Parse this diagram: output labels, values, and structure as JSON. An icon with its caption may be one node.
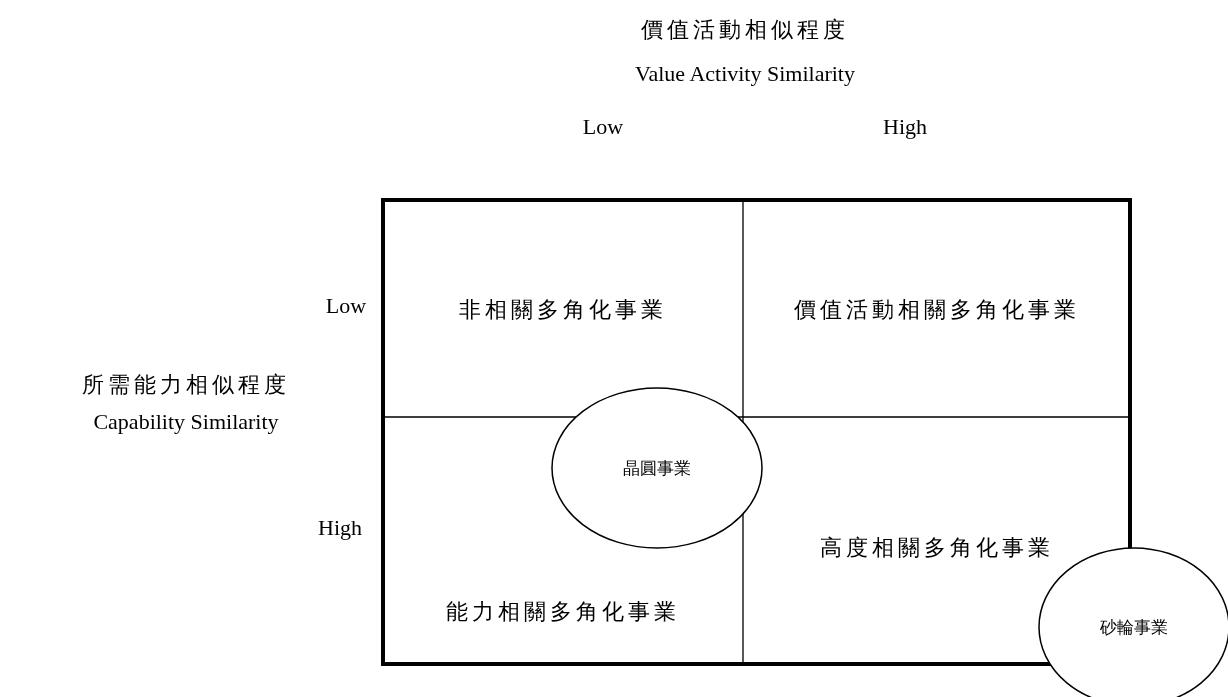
{
  "diagram": {
    "nodes": [
      {
        "text": [
          "非相關多角化事業"
        ]
      },
      {
        "text": [
          "價值活動相關多角化事業"
        ]
      },
      {
        "text": [
          "能力相關多角化事業"
        ]
      },
      {
        "text": [
          "高度相關多角化事業"
        ]
      },
      {
        "text": [
          "晶圓事業"
        ]
      },
      {
        "text": [
          "砂輪事業"
        ]
      }
    ],
    "edges": [],
    "labels": [
      "價值活動相似程度",
      "Value Activity Similarity",
      "Low",
      "High",
      "Low",
      "所需能力相似程度",
      "Capability Similarity",
      "High"
    ]
  }
}
